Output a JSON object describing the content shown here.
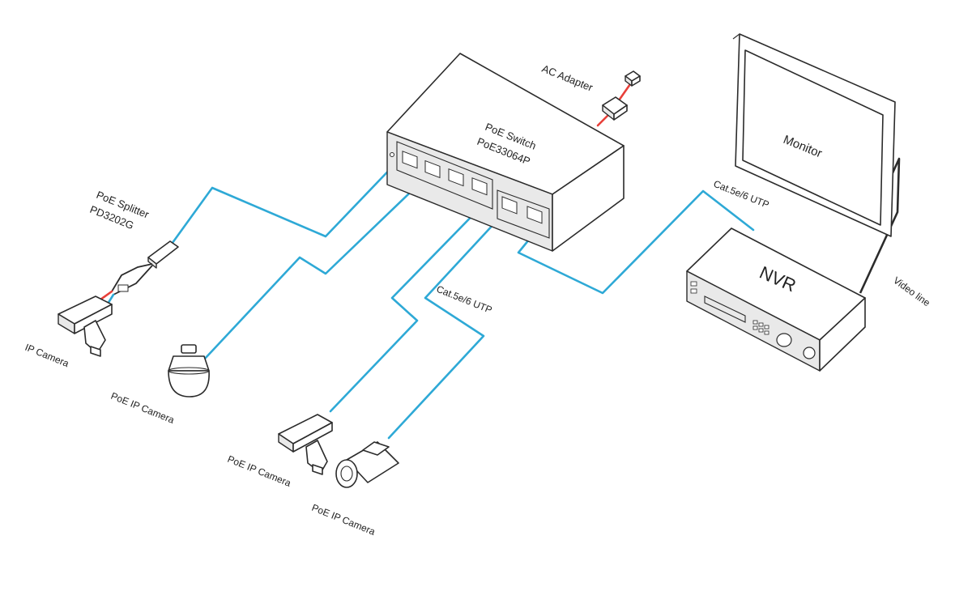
{
  "colors": {
    "cable": "#2ea9d6",
    "power": "#e8403a",
    "line": "#2b2b2b"
  },
  "labels": {
    "switch_name": "PoE Switch",
    "switch_model": "PoE33064P",
    "ac_adapter": "AC Adapter",
    "monitor": "Monitor",
    "nvr": "NVR",
    "video_line": "Video line",
    "cable_nvr": "Cat.5e/6 UTP",
    "cable_cameras": "Cat.5e/6 UTP",
    "splitter_name": "PoE Splitter",
    "splitter_model": "PD3202G",
    "ip_camera": "IP Camera",
    "poe_camera_dome": "PoE IP Camera",
    "poe_camera_box": "PoE IP Camera",
    "poe_camera_bullet": "PoE IP Camera"
  }
}
